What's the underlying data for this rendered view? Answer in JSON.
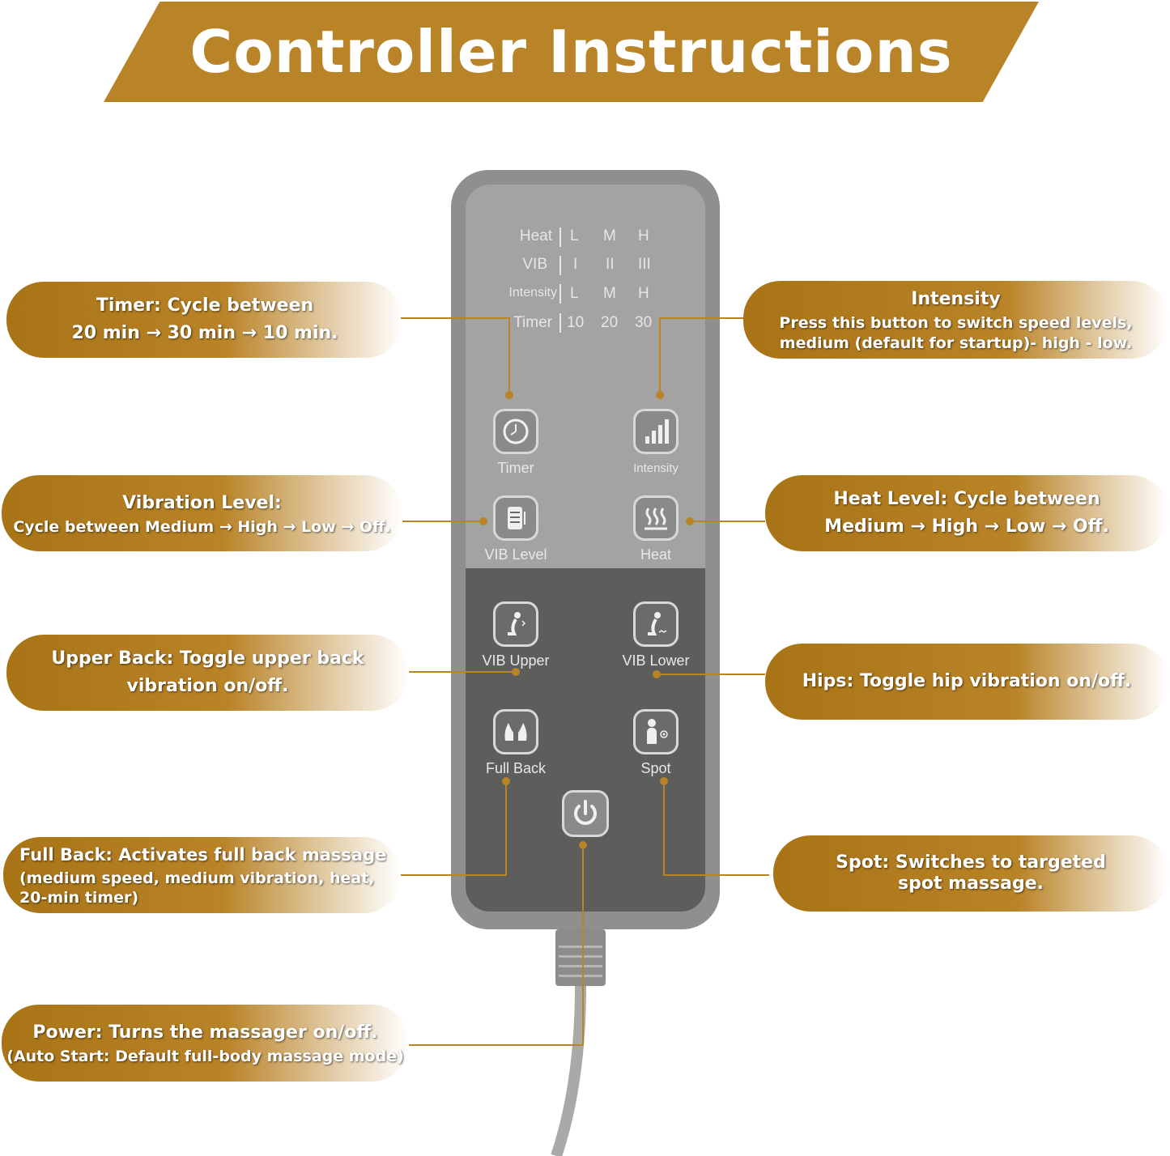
{
  "title": "Controller Instructions",
  "accent_color": "#b98327",
  "indicators": {
    "rows": [
      {
        "label": "Heat",
        "values": [
          "L",
          "M",
          "H"
        ]
      },
      {
        "label": "VIB",
        "values": [
          "I",
          "II",
          "III"
        ]
      },
      {
        "label": "Intensity",
        "values": [
          "L",
          "M",
          "H"
        ]
      },
      {
        "label": "Timer",
        "values": [
          "10",
          "20",
          "30"
        ]
      }
    ]
  },
  "buttons": {
    "timer": "Timer",
    "intensity": "Intensity",
    "vib_level": "VIB Level",
    "heat": "Heat",
    "vib_upper": "VIB Upper",
    "vib_lower": "VIB Lower",
    "full_back": "Full Back",
    "spot": "Spot"
  },
  "callouts": {
    "timer": {
      "heading": "Timer: Cycle between",
      "body": "20 min → 30 min → 10 min."
    },
    "intensity": {
      "heading": "Intensity",
      "body_1": "Press this button to switch speed levels,",
      "body_2": "medium (default for startup)- high - low."
    },
    "vibration": {
      "heading": "Vibration Level:",
      "body": "Cycle between Medium → High → Low → Off."
    },
    "heat": {
      "heading": "Heat Level: Cycle between",
      "body": "Medium → High → Low → Off."
    },
    "upper_back": {
      "heading": "Upper Back: Toggle upper back",
      "body": "vibration on/off."
    },
    "hips": {
      "heading": "Hips: Toggle hip vibration on/off."
    },
    "full_back": {
      "heading": "Full Back: Activates full back massage",
      "body_1": "(medium speed, medium vibration, heat,",
      "body_2": "20-min timer)"
    },
    "spot": {
      "heading": "Spot: Switches to targeted",
      "body": "spot massage."
    },
    "power": {
      "heading": "Power: Turns the massager on/off.",
      "body": "(Auto Start: Default full-body massage mode)"
    }
  }
}
